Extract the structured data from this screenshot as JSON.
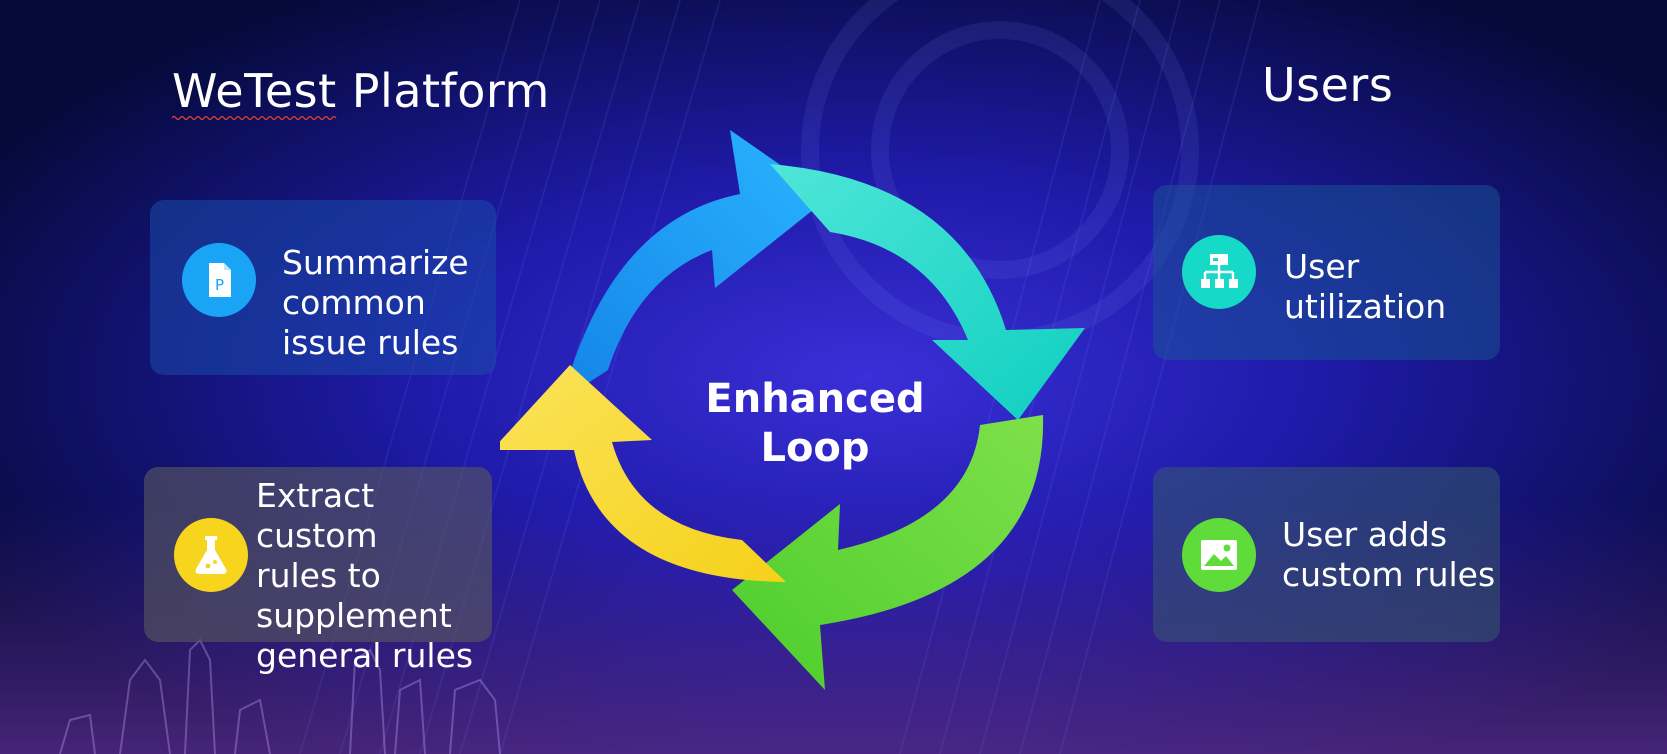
{
  "left_heading": "WeTest Platform",
  "right_heading": "Users",
  "center_label": "Enhanced\nLoop",
  "cards": {
    "summarize": {
      "text": "Summarize\ncommon\nissue rules",
      "icon": "document-icon",
      "icon_color": "#1aa4f5"
    },
    "extract": {
      "text": "Extract custom\nrules to\nsupplement\ngeneral rules",
      "icon": "flask-icon",
      "icon_color": "#f7d51e"
    },
    "utilization": {
      "text": "User\nutilization",
      "icon": "org-chart-icon",
      "icon_color": "#17d9c8"
    },
    "adds": {
      "text": "User adds\ncustom rules",
      "icon": "image-icon",
      "icon_color": "#5fdc3a"
    }
  },
  "cycle_colors": {
    "blue": "#1a9cf0",
    "teal": "#16d6c8",
    "green": "#55d43a",
    "yellow": "#f5d624"
  }
}
